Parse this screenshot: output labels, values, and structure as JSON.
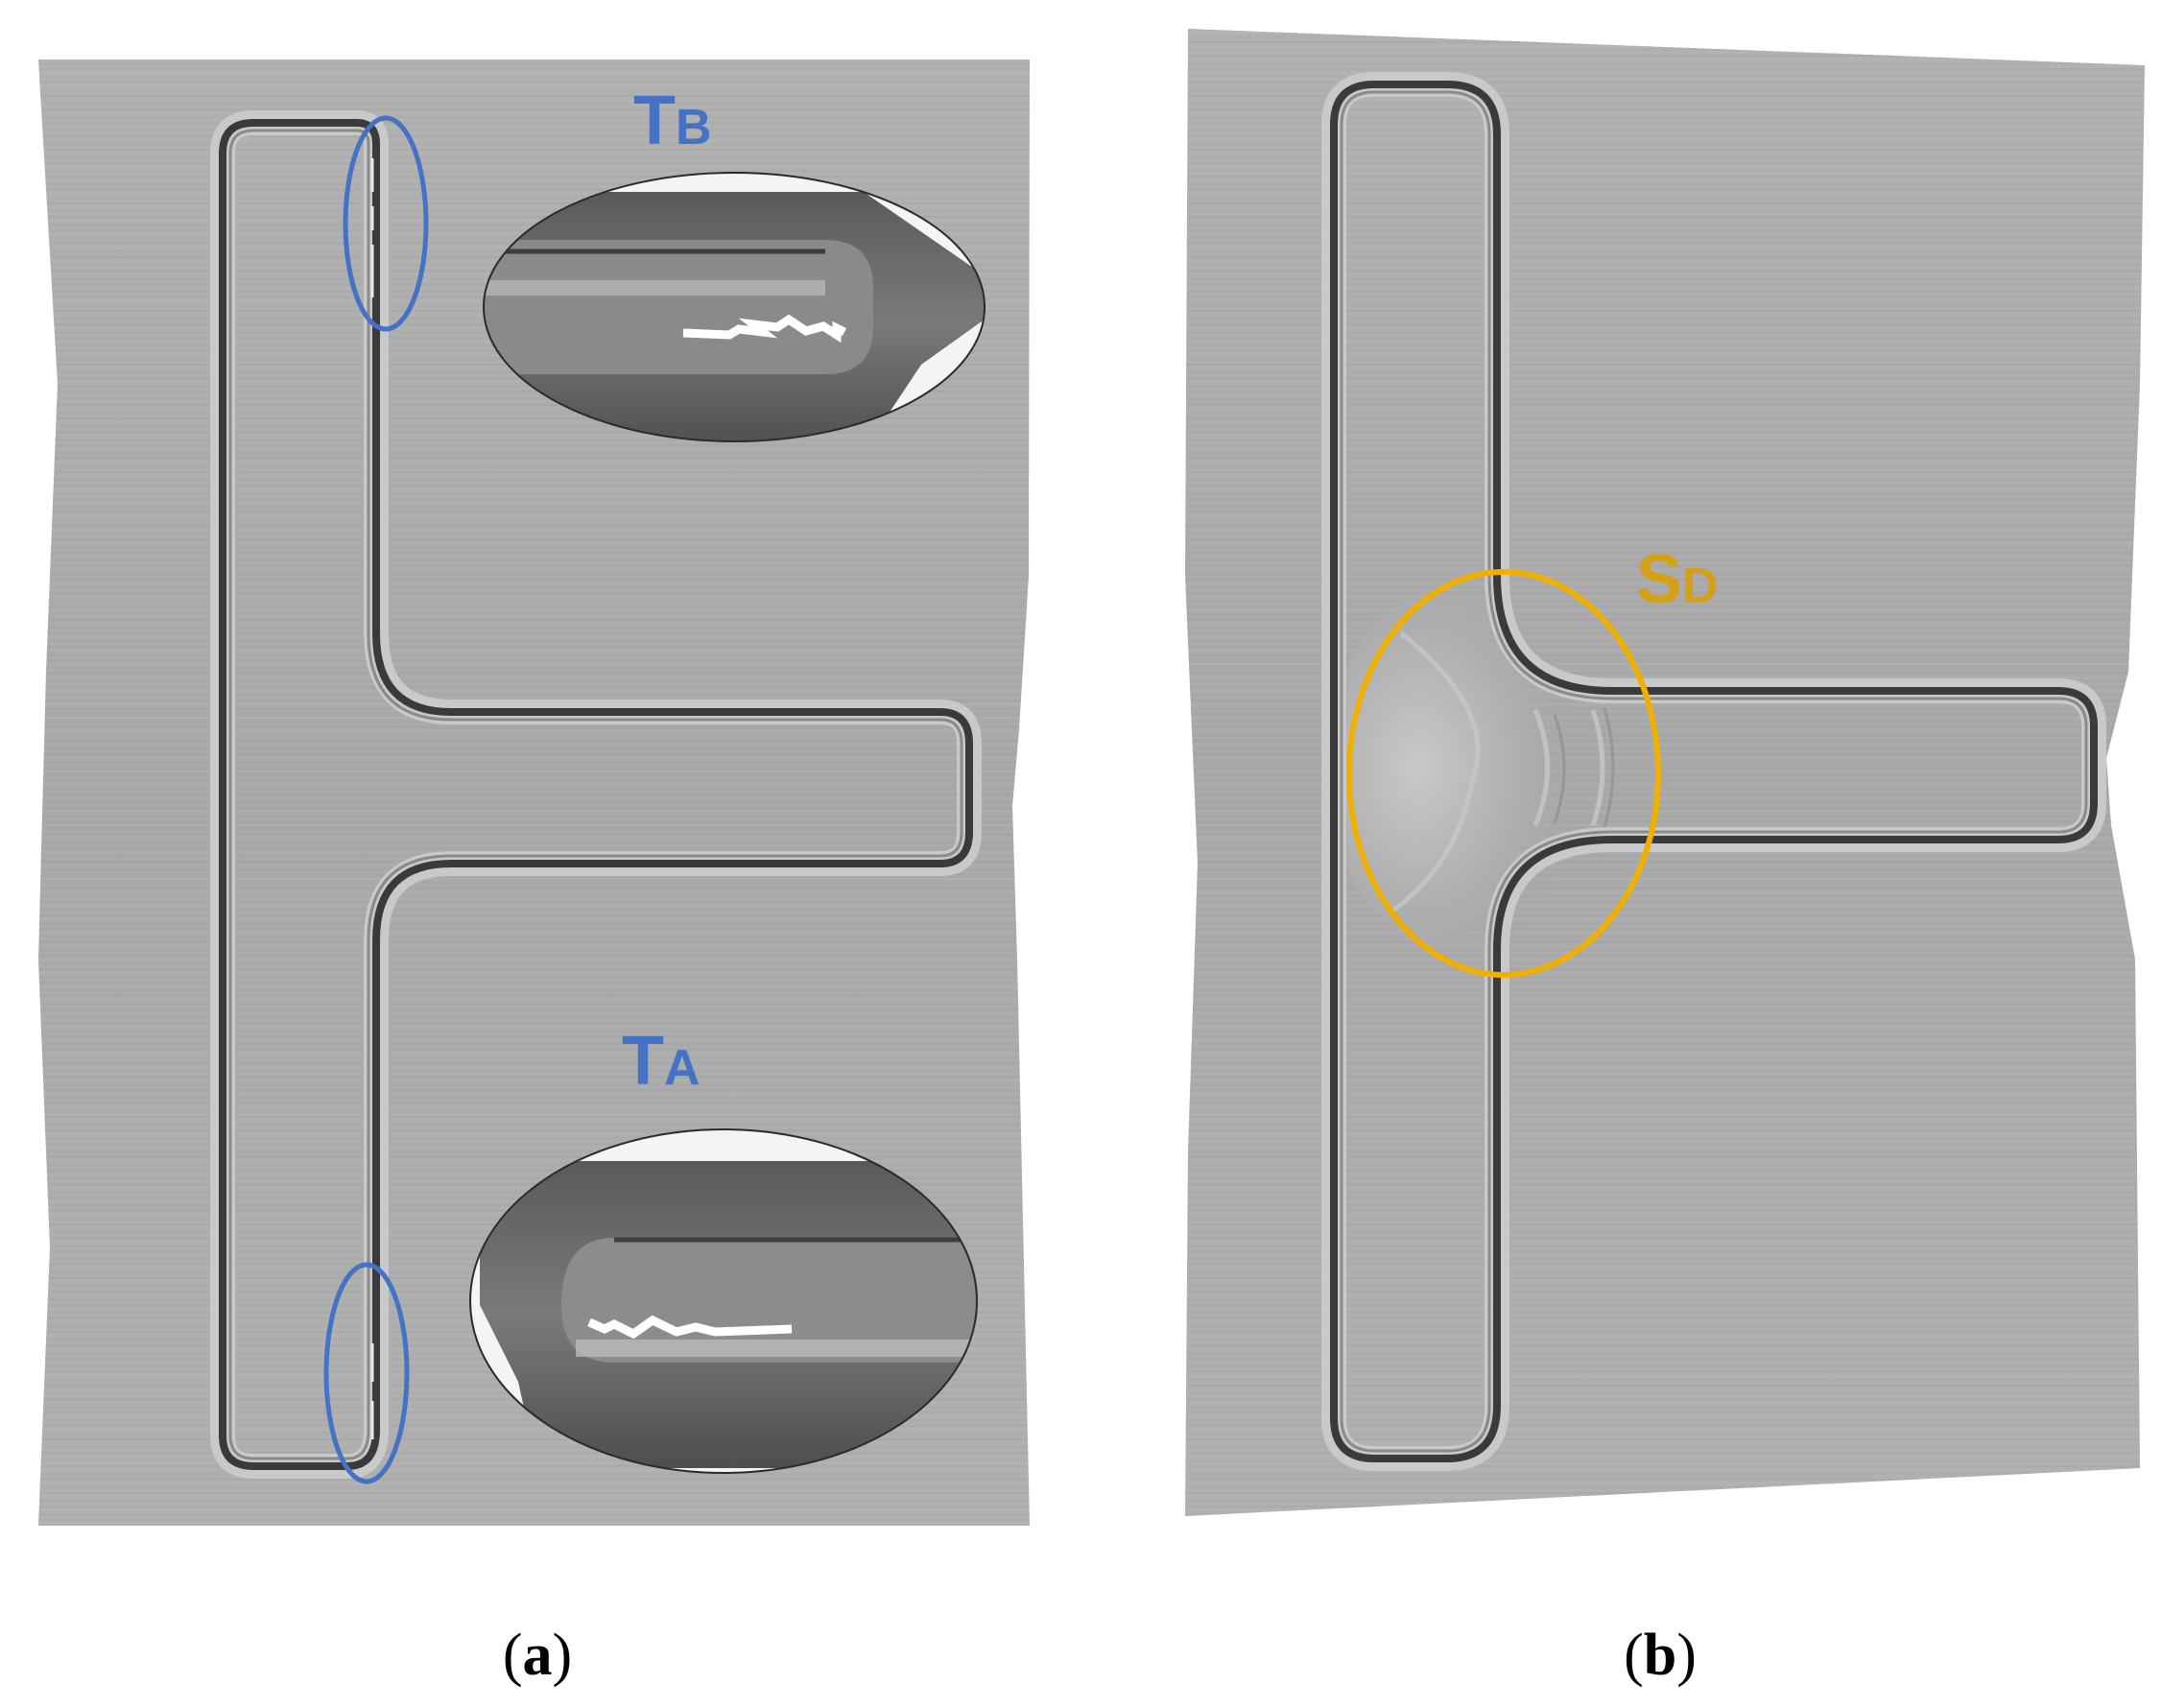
{
  "panel_a": {
    "caption_letter": "a",
    "label_top": {
      "main": "T",
      "sub": "B"
    },
    "label_bottom": {
      "main": "T",
      "sub": "A"
    },
    "marker_color": "#4472c4"
  },
  "panel_b": {
    "caption_letter": "b",
    "label": {
      "main": "S",
      "sub": "D"
    },
    "marker_color": "#f0b000"
  },
  "colors": {
    "sheet": "#ababab",
    "groove_dark": "#3a3a3a",
    "inset_surface": "#6a6a6a",
    "crack": "#ffffff"
  }
}
